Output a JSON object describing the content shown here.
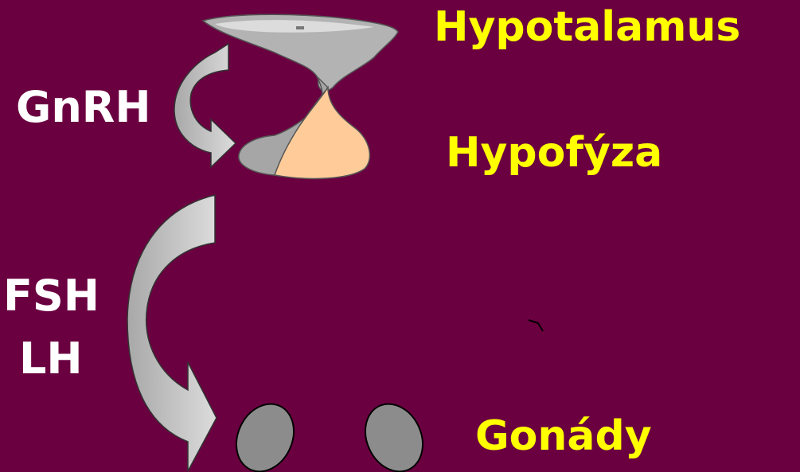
{
  "labels": {
    "hypotalamus": "Hypotalamus",
    "hypofyza": "Hypofýza",
    "gonady": "Gonády",
    "gnrh": "GnRH",
    "fsh": "FSH",
    "lh": "LH"
  },
  "colors": {
    "background": "#6b0040",
    "organ_labels": "#ffff00",
    "hormone_labels": "#ffffff",
    "arrows": "#c0c0c0",
    "gland_gray": "#a6a6a6",
    "anterior_pituitary": "#ffcc99",
    "gonads": "#8c8c8c"
  }
}
